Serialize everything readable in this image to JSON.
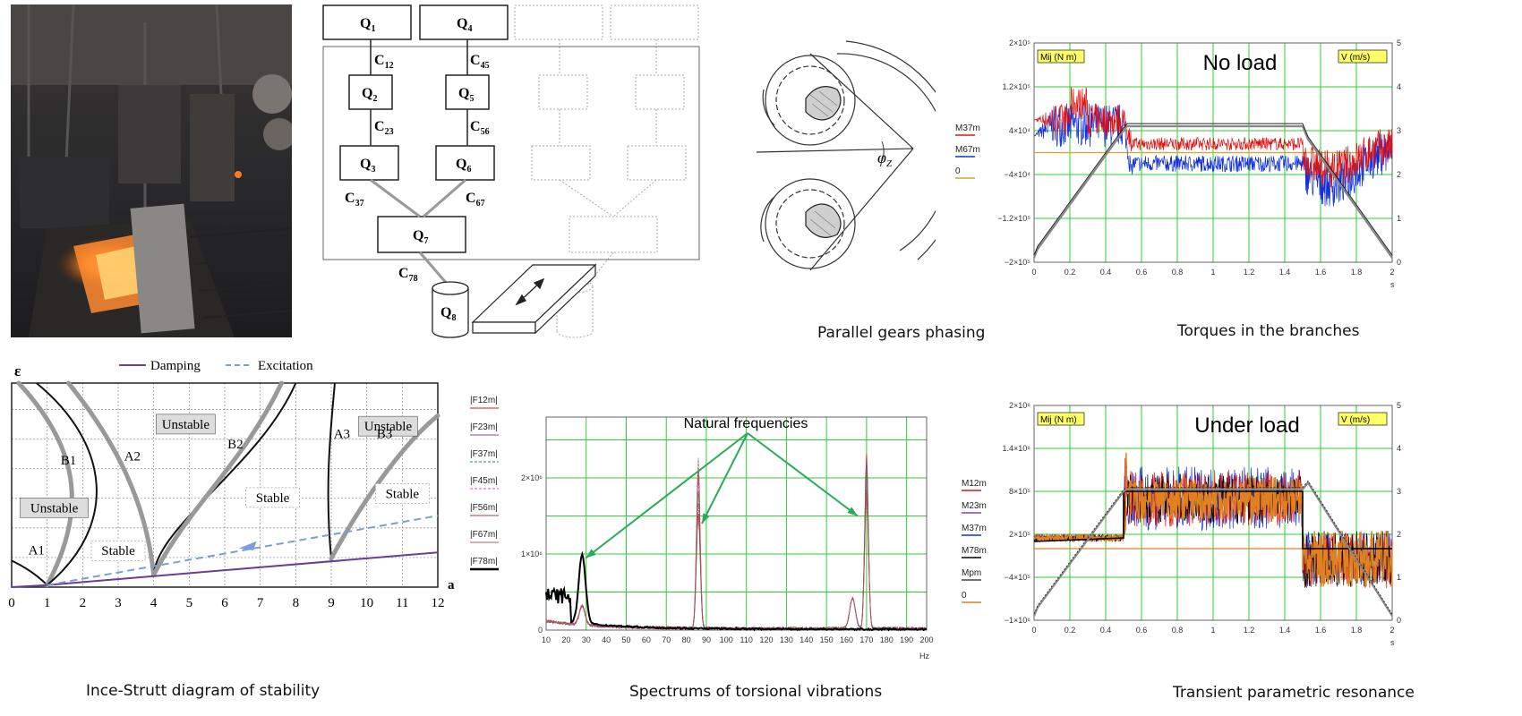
{
  "captions": {
    "gears": "Parallel gears phasing",
    "torques": "Torques in the branches",
    "ince": "Ince-Strutt diagram of stability",
    "spectrum": "Spectrums of torsional vibrations",
    "transient": "Transient parametric resonance"
  },
  "scheme": {
    "blocks": [
      {
        "id": "q1",
        "label": "Q",
        "sub": "1"
      },
      {
        "id": "q4",
        "label": "Q",
        "sub": "4"
      },
      {
        "id": "q2",
        "label": "Q",
        "sub": "2"
      },
      {
        "id": "q5",
        "label": "Q",
        "sub": "5"
      },
      {
        "id": "q3",
        "label": "Q",
        "sub": "3"
      },
      {
        "id": "q6",
        "label": "Q",
        "sub": "6"
      },
      {
        "id": "q7",
        "label": "Q",
        "sub": "7"
      },
      {
        "id": "q8",
        "label": "Q",
        "sub": "8"
      }
    ],
    "springs": [
      {
        "id": "c12",
        "label": "C",
        "sub": "12"
      },
      {
        "id": "c45",
        "label": "C",
        "sub": "45"
      },
      {
        "id": "c23",
        "label": "C",
        "sub": "23"
      },
      {
        "id": "c56",
        "label": "C",
        "sub": "56"
      },
      {
        "id": "c37",
        "label": "C",
        "sub": "37"
      },
      {
        "id": "c67",
        "label": "C",
        "sub": "67"
      },
      {
        "id": "c78",
        "label": "C",
        "sub": "78"
      }
    ]
  },
  "gears": {
    "angle_label": "φ",
    "angle_sub": "Z"
  },
  "torques": {
    "title": "No load",
    "left_unit": "Mij (N m)",
    "right_unit": "V (m/s)",
    "y_ticks": [
      "2×10⁵",
      "1.2×10⁵",
      "4×10⁴",
      "−4×10⁴",
      "−1.2×10⁵",
      "−2×10⁵"
    ],
    "y_ticks_right": [
      "5",
      "4",
      "3",
      "2",
      "1",
      "0"
    ],
    "x_ticks": [
      "0",
      "0.2",
      "0.4",
      "0.6",
      "0.8",
      "1",
      "1.2",
      "1.4",
      "1.6",
      "1.8",
      "2"
    ],
    "x_unit": "s",
    "legend": [
      "M37m",
      "M67m",
      "0"
    ],
    "colors": {
      "M37m": "#e01010",
      "M67m": "#1030e0",
      "zero": "#e0a020",
      "speed": "#444444"
    }
  },
  "ince": {
    "y_axis_label": "ε",
    "x_axis_label": "a",
    "legend": [
      "Damping",
      "Excitation"
    ],
    "x_ticks": [
      "0",
      "1",
      "2",
      "3",
      "4",
      "5",
      "6",
      "7",
      "8",
      "9",
      "10",
      "11",
      "12"
    ],
    "regions": [
      {
        "id": "unstable1",
        "text": "Unstable"
      },
      {
        "id": "unstable2",
        "text": "Unstable"
      },
      {
        "id": "unstable3",
        "text": "Unstable"
      },
      {
        "id": "stable1",
        "text": "Stable"
      },
      {
        "id": "stable2",
        "text": "Stable"
      },
      {
        "id": "stable3",
        "text": "Stable"
      }
    ],
    "curve_labels": [
      "A1",
      "B1",
      "A2",
      "B2",
      "A3",
      "B3"
    ],
    "colors": {
      "damping": "#6a3d9a",
      "excitation": "#7b9fd4"
    }
  },
  "spectrum": {
    "annotation": "Natural frequencies",
    "legend": [
      "|F12m|",
      "|F23m|",
      "|F37m|",
      "|F45m|",
      "|F56m|",
      "|F67m|",
      "|F78m|"
    ],
    "legend_colors": [
      "#e01010",
      "#9040a0",
      "#10a030",
      "#e040e0",
      "#a04040",
      "#b06060",
      "#000000"
    ],
    "y_ticks": [
      "2×10⁶",
      "1×10⁶",
      "0"
    ],
    "x_ticks": [
      "10",
      "20",
      "30",
      "40",
      "50",
      "60",
      "70",
      "80",
      "90",
      "100",
      "110",
      "120",
      "130",
      "140",
      "150",
      "160",
      "170",
      "180",
      "190",
      "200"
    ],
    "x_unit": "Hz",
    "peaks_hz": [
      28,
      86,
      170
    ]
  },
  "transient": {
    "title": "Under load",
    "left_unit": "Mij (N m)",
    "right_unit": "V (m/s)",
    "y_ticks": [
      "2×10⁶",
      "1.4×10⁶",
      "8×10⁵",
      "2×10⁵",
      "−4×10⁵",
      "−1×10⁶"
    ],
    "y_ticks_right": [
      "5",
      "4",
      "3",
      "2",
      "1",
      "0"
    ],
    "x_ticks": [
      "0",
      "0.2",
      "0.4",
      "0.6",
      "0.8",
      "1",
      "1.2",
      "1.4",
      "1.6",
      "1.8",
      "2"
    ],
    "x_unit": "s",
    "legend": [
      "M12m",
      "M23m",
      "M37m",
      "M78m",
      "Mpm",
      "0"
    ],
    "legend_colors": [
      "#e01010",
      "#9040a0",
      "#1030e0",
      "#000000",
      "#444444",
      "#e08020"
    ]
  }
}
